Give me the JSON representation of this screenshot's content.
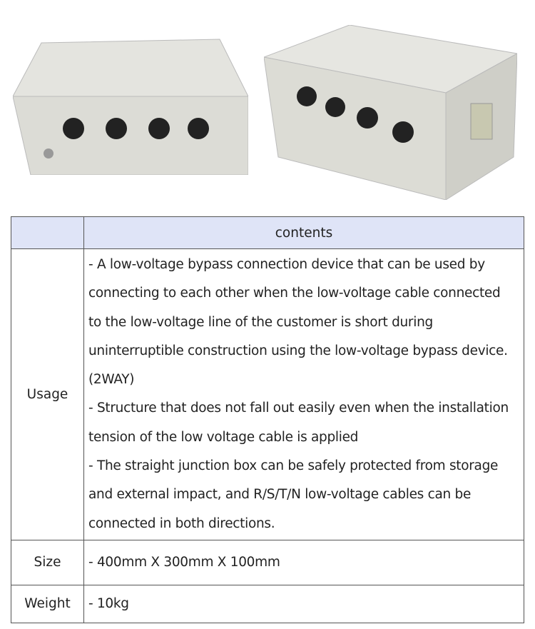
{
  "table": {
    "header": {
      "label_col": "",
      "contents": "contents"
    },
    "rows": [
      {
        "label": "Usage",
        "lines": [
          "- A low-voltage bypass connection device that can be used by",
          "connecting to each other when the low-voltage cable connected",
          "to the low-voltage line of the customer is short during",
          "uninterruptible construction using the low-voltage bypass device.",
          "(2WAY)",
          "- Structure that does not fall out easily even when the installation",
          "tension of the low voltage cable is applied",
          "- The straight junction box can be safely protected from storage",
          "and external impact, and R/S/T/N low-voltage cables can be",
          "connected in both directions."
        ]
      },
      {
        "label": "Size",
        "lines": [
          "- 400mm X 300mm X 100mm"
        ]
      },
      {
        "label": "Weight",
        "lines": [
          "- 10kg"
        ]
      }
    ]
  }
}
